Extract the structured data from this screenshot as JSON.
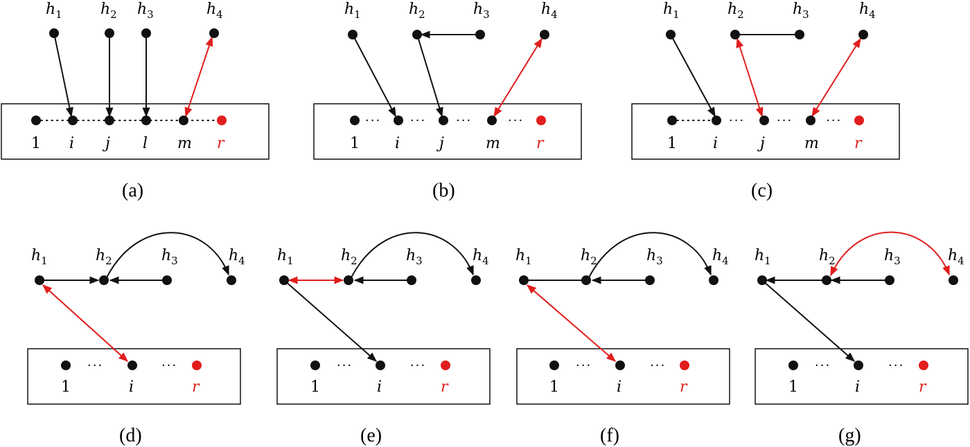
{
  "colors": {
    "black": "#111111",
    "red": "#e11d1d"
  },
  "labels": {
    "h_letter": "h",
    "h1_sub": "1",
    "h2_sub": "2",
    "h3_sub": "3",
    "h4_sub": "4",
    "one": "1",
    "i": "i",
    "j": "j",
    "l": "l",
    "m": "m",
    "r": "r",
    "dots": "···"
  },
  "captions": {
    "a": "(a)",
    "b": "(b)",
    "c": "(c)",
    "d": "(d)",
    "e": "(e)",
    "f": "(f)",
    "g": "(g)"
  }
}
